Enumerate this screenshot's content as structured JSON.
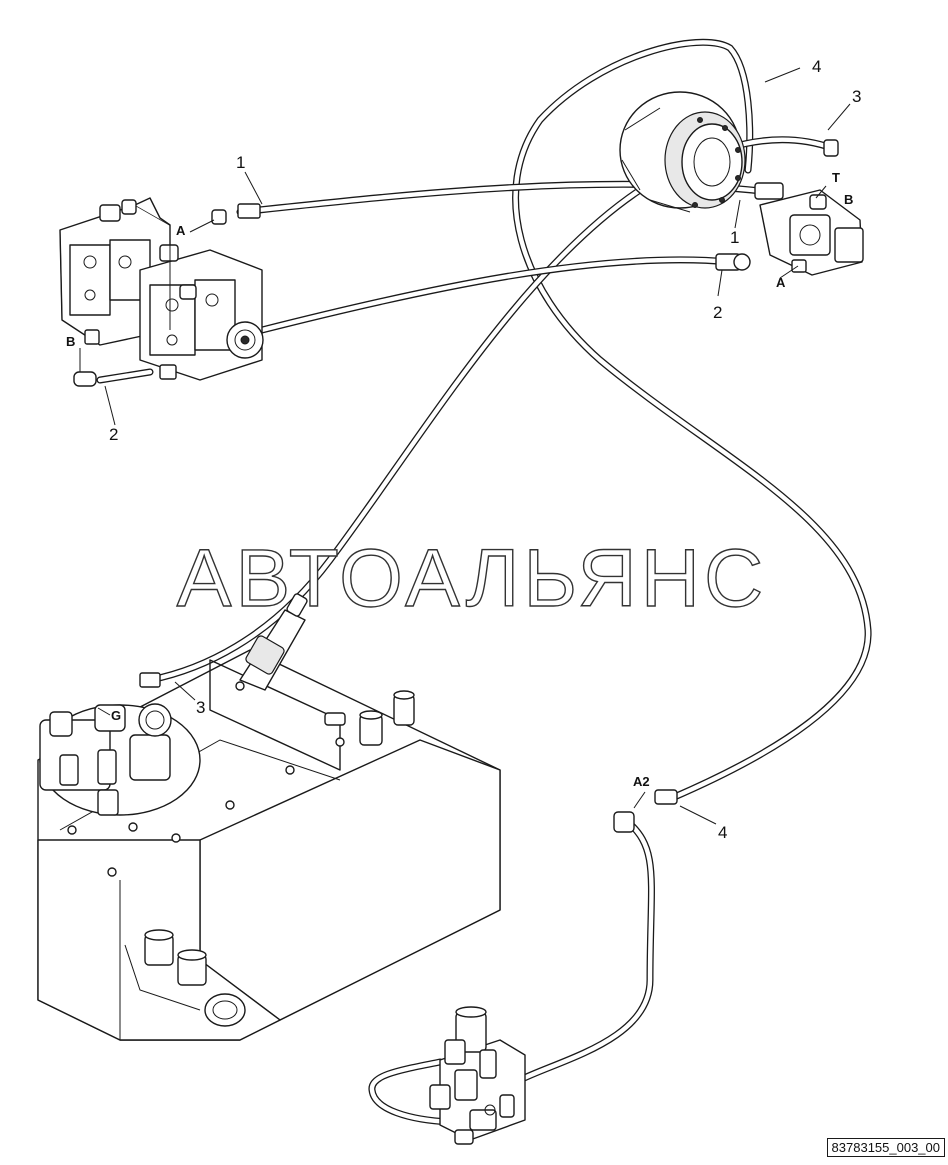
{
  "watermark": "АВТОАЛЬЯНС",
  "reference_code": "83783155_003_00",
  "item_labels": {
    "hose1_top": "1",
    "hose1_right": "1",
    "hose2_right": "2",
    "hose2_left": "2",
    "hose3_top": "3",
    "hose3_tank": "3",
    "hose4_top": "4",
    "hose4_bottom": "4"
  },
  "port_labels": {
    "pump_a": "A",
    "pump_b": "B",
    "motor_t": "T",
    "motor_b": "B",
    "motor_a": "A",
    "tank_g": "G",
    "valve_a2": "A2"
  },
  "components": [
    "hydraulic-pump",
    "travel-motor",
    "hydraulic-tank",
    "control-valve-block"
  ]
}
